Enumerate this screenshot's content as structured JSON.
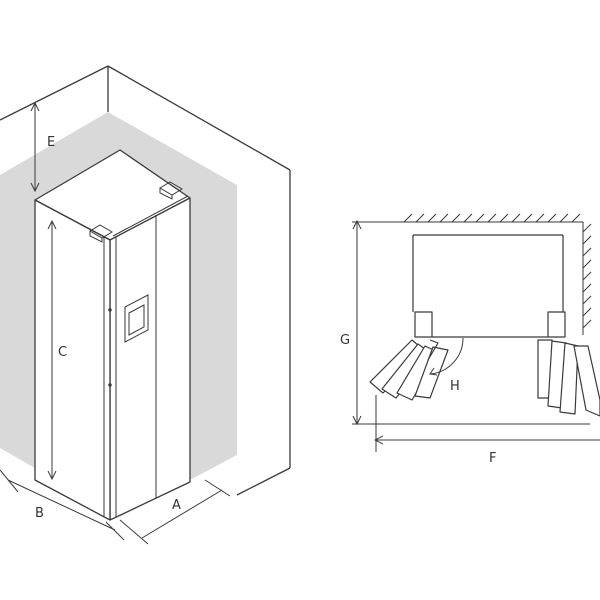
{
  "labels": {
    "a": "A",
    "b": "B",
    "c": "C",
    "e": "E",
    "f": "F",
    "g": "G",
    "h": "H"
  },
  "colors": {
    "line": "#3a3a3a",
    "shadow": "#d9d9d9",
    "background": "#ffffff"
  }
}
